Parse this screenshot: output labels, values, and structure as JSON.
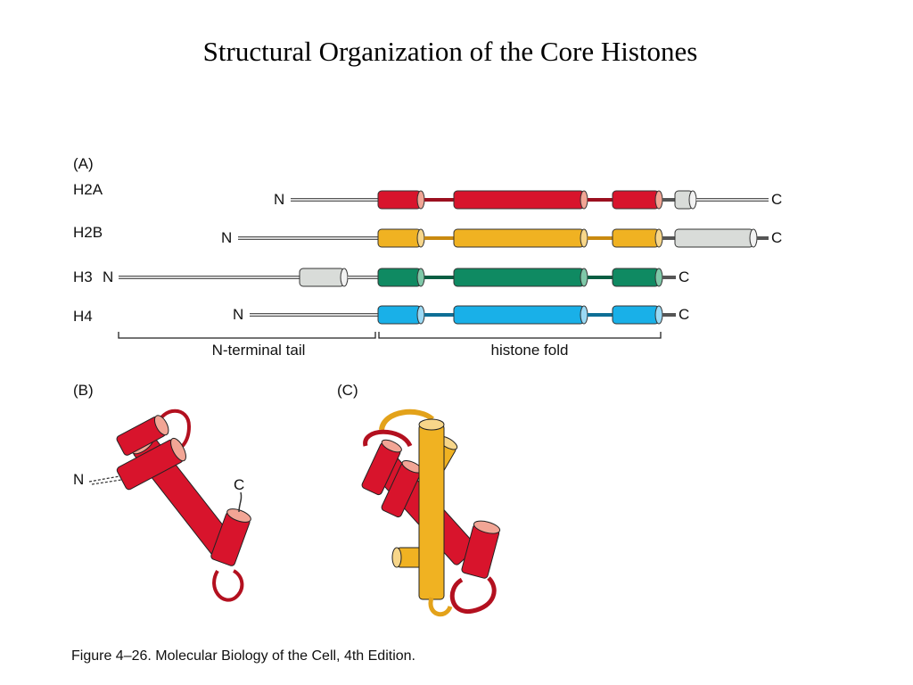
{
  "slide": {
    "title": "Structural Organization of the Core Histones"
  },
  "panel_a": {
    "label": "(A)",
    "n_terminus": "N",
    "c_terminus": "C",
    "rows": [
      {
        "name": "H2A",
        "fold_color": "#d8142c",
        "extra_color": "#d9dcd9"
      },
      {
        "name": "H2B",
        "fold_color": "#f0b222",
        "extra_color": "#d9dcd9"
      },
      {
        "name": "H3",
        "fold_color": "#0f8a62",
        "extra_color": "#d9dcd9"
      },
      {
        "name": "H4",
        "fold_color": "#19b0e8",
        "extra_color": ""
      }
    ],
    "brackets": {
      "tail": "N-terminal tail",
      "fold": "histone fold"
    }
  },
  "panel_b": {
    "label": "(B)",
    "n_terminus": "N",
    "c_terminus": "C"
  },
  "panel_c": {
    "label": "(C)"
  },
  "caption": "Figure 4–26. Molecular Biology of the Cell, 4th Edition.",
  "colors": {
    "red": "#d8142c",
    "yellow": "#f0b222",
    "green": "#0f8a62",
    "blue": "#19b0e8",
    "grey": "#d9dcd9",
    "end_cap_red": "#f2a595",
    "end_cap_yellow": "#f7d68a"
  }
}
